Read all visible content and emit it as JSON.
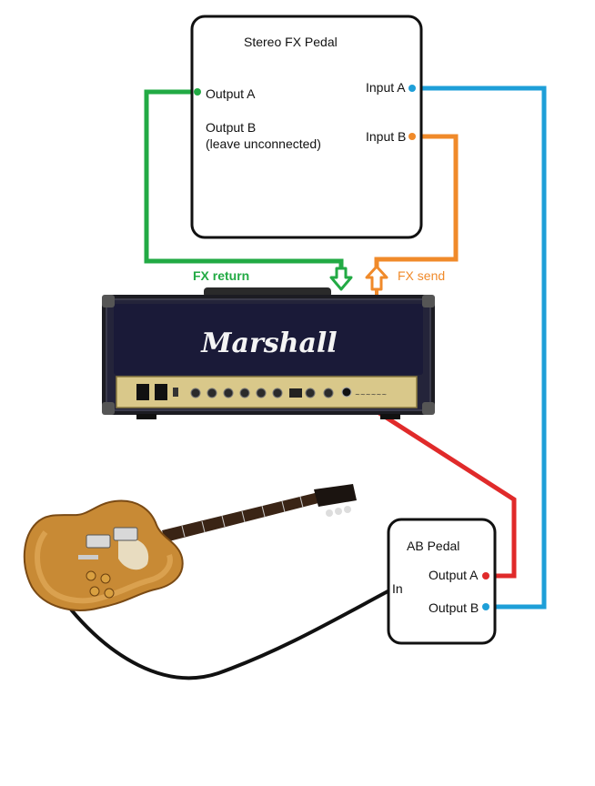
{
  "fx_pedal": {
    "title": "Stereo FX Pedal",
    "output_a": "Output A",
    "output_b_line1": "Output B",
    "output_b_line2": "(leave unconnected)",
    "input_a": "Input A",
    "input_b": "Input B"
  },
  "amp": {
    "brand": "Marshall",
    "fx_return": "FX return",
    "fx_send": "FX send"
  },
  "ab_pedal": {
    "title": "AB Pedal",
    "output_a": "Output A",
    "output_b": "Output B",
    "input": "In"
  },
  "colors": {
    "green": "#22aa44",
    "orange": "#f08a2a",
    "blue": "#1e9fd8",
    "red": "#e02a2a",
    "black_cable": "#111111"
  },
  "icons": {
    "amp": "marshall-amp-head-image",
    "guitar": "electric-guitar-image"
  }
}
